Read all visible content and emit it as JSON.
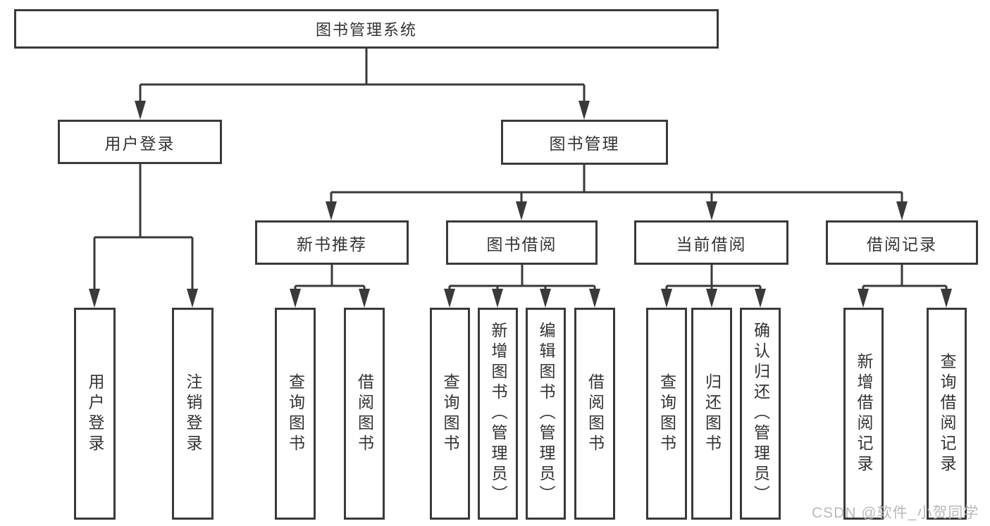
{
  "colors": {
    "line": "#3a3a3a",
    "box_border": "#3a3a3a",
    "box_fill": "#ffffff",
    "text": "#333333",
    "watermark": "#b9b9b9"
  },
  "tree": {
    "label": "图书管理系统",
    "children": [
      {
        "label": "用户登录",
        "children": [
          {
            "label": "用户登录"
          },
          {
            "label": "注销登录"
          }
        ]
      },
      {
        "label": "图书管理",
        "children": [
          {
            "label": "新书推荐",
            "children": [
              {
                "label": "查询图书"
              },
              {
                "label": "借阅图书"
              }
            ]
          },
          {
            "label": "图书借阅",
            "children": [
              {
                "label": "查询图书"
              },
              {
                "label": "新增图书（管理员）"
              },
              {
                "label": "编辑图书（管理员）"
              },
              {
                "label": "借阅图书"
              }
            ]
          },
          {
            "label": "当前借阅",
            "children": [
              {
                "label": "查询图书"
              },
              {
                "label": "归还图书"
              },
              {
                "label": "确认归还（管理员）"
              }
            ]
          },
          {
            "label": "借阅记录",
            "children": [
              {
                "label": "新增借阅记录"
              },
              {
                "label": "查询借阅记录"
              }
            ]
          }
        ]
      }
    ]
  },
  "watermark": {
    "text": "CSDN @软件_小贺同学"
  }
}
